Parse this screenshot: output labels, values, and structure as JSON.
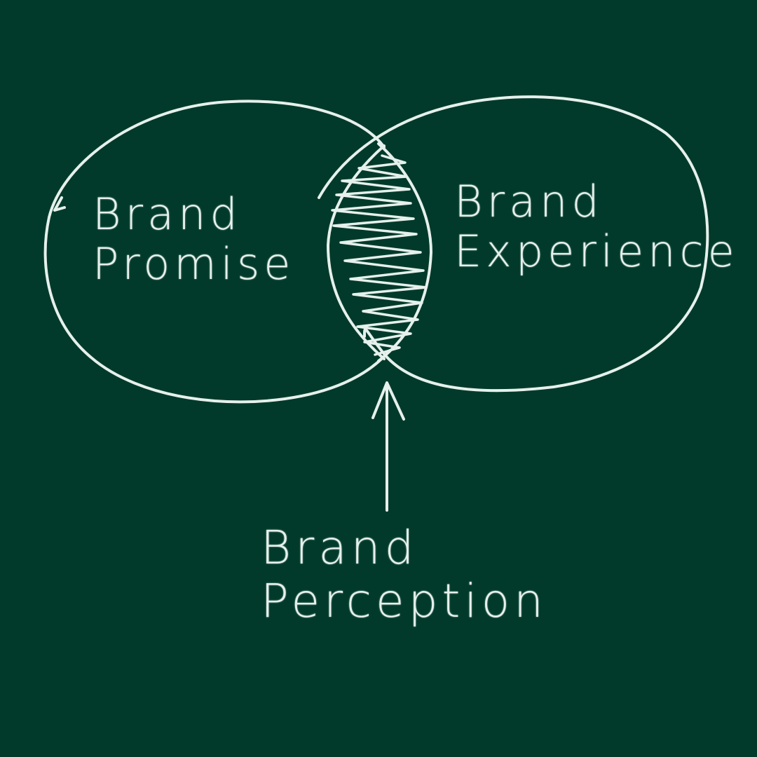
{
  "colors": {
    "background": "#013a2a",
    "chalk": "#e6f0ec"
  },
  "diagram": {
    "type": "venn",
    "circles": [
      {
        "id": "promise",
        "label_line1": "Brand",
        "label_line2": "Promise"
      },
      {
        "id": "experience",
        "label_line1": "Brand",
        "label_line2": "Experience"
      }
    ],
    "intersection": {
      "style": "hatched",
      "label_line1": "Brand",
      "label_line2": "Perception"
    },
    "arrow": {
      "from": "intersection-label",
      "to": "intersection",
      "direction": "up"
    }
  }
}
